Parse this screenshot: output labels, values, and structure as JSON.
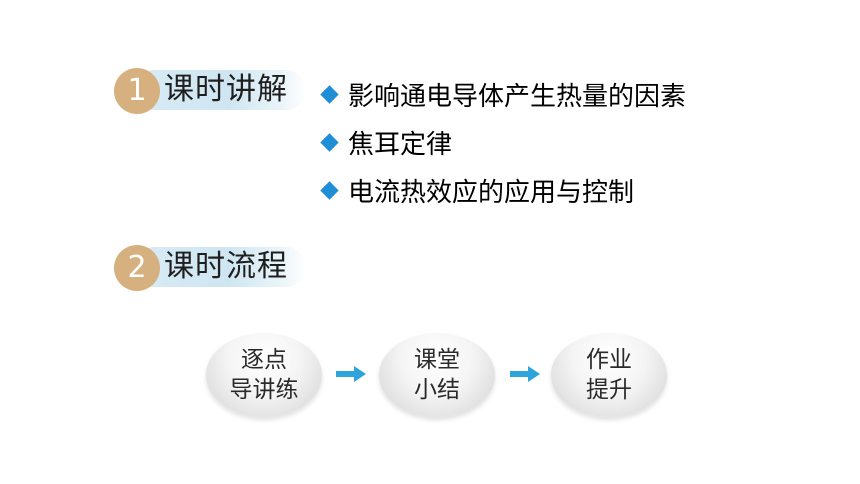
{
  "sections": [
    {
      "number": "1",
      "title": "课时讲解"
    },
    {
      "number": "2",
      "title": "课时流程"
    }
  ],
  "topics": [
    "影响通电导体产生热量的因素",
    "焦耳定律",
    "电流热效应的应用与控制"
  ],
  "flow": [
    {
      "line1": "逐点",
      "line2": "导讲练"
    },
    {
      "line1": "课堂",
      "line2": "小结"
    },
    {
      "line1": "作业",
      "line2": "提升"
    }
  ],
  "colors": {
    "number_badge": "#d6b07e",
    "pill": "#cfe6f2",
    "bullet": "#1e8fd6",
    "arrow": "#2ea3dc"
  }
}
